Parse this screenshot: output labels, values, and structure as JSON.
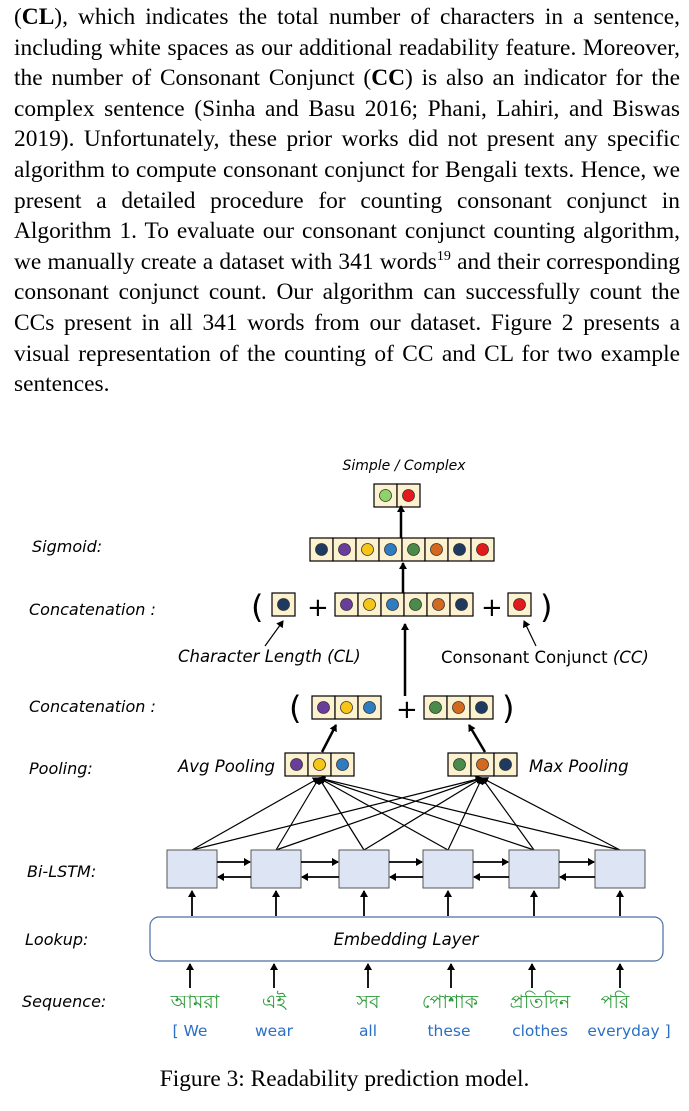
{
  "paragraph": {
    "s0": "(",
    "s1": "CL",
    "s2": "), which indicates the total number of characters in a sentence, including white spaces as our additional readability feature. Moreover, the number of Consonant Conjunct (",
    "s3": "CC",
    "s4": ") is also an indicator for the complex sentence (Sinha and Basu 2016; Phani, Lahiri, and Biswas 2019). Unfortunately, these prior works did not present any specific algorithm to compute consonant conjunct for Bengali texts. Hence, we present a detailed procedure for counting consonant conjunct in Algorithm 1. To evaluate our consonant conjunct counting algorithm, we manually create a dataset with 341 words",
    "footnote": "19",
    "s5": " and their corresponding consonant conjunct count. Our algorithm can successfully count the CCs present in all 341 words from our dataset. Figure 2 presents a visual representation of the counting of CC and CL for two example sentences."
  },
  "figure": {
    "output_label": "Simple / Complex",
    "row_labels": {
      "sigmoid": "Sigmoid:",
      "concat_top": "Concatenation :",
      "concat_mid": "Concatenation :",
      "pooling": "Pooling:",
      "bilstm": "Bi-LSTM:",
      "lookup": "Lookup:",
      "sequence": "Sequence:"
    },
    "cl_label": "Character Length (CL)",
    "cc_label_main": "Consonant Conjunct ",
    "cc_label_abbr": "(CC)",
    "avg_pooling": "Avg Pooling",
    "max_pooling": "Max Pooling",
    "embedding": "Embedding Layer",
    "plus": "+",
    "lparen": "(",
    "rparen": ")",
    "bengali_words": [
      "আমরা",
      "এই",
      "সব",
      "পোশাক",
      "প্রতিদিন",
      "পরি"
    ],
    "english_words": [
      "[  We",
      "wear",
      "all",
      "these",
      "clothes",
      "everyday ]"
    ],
    "colors": {
      "navy": "#1f3a5f",
      "purple": "#6a3d9a",
      "yellow": "#f5c518",
      "blue": "#2f7cc0",
      "green": "#4a8a4a",
      "orange": "#d2691e",
      "red": "#e31a1c",
      "light_green": "#8fd16a",
      "cell_fill": "#fdf2d0",
      "lstm_fill": "#dde5f4",
      "text_green": "#2e9c3a",
      "text_blue": "#2a6fc4"
    }
  },
  "caption": "Figure 3: Readability prediction model."
}
